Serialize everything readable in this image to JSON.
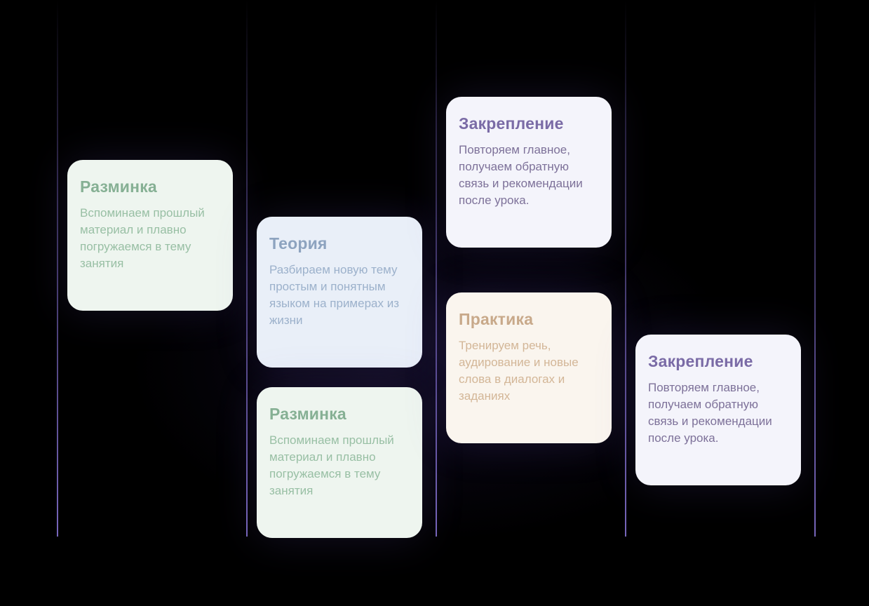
{
  "colors": {
    "background": "#000000",
    "line": "#8c78dc",
    "green_card_bg": "#eef5ef",
    "green_accent": "#86b094",
    "blue_card_bg": "#e9eff8",
    "blue_accent": "#8da3bf",
    "peach_card_bg": "#faf5ee",
    "peach_accent": "#c8a98a",
    "violet_card_bg": "#f4f4fb",
    "violet_accent": "#7a6ba6"
  },
  "cards": [
    {
      "title": "Разминка",
      "text": "Вспоминаем прошлый материал и плавно погружаемся в тему занятия",
      "theme": "green"
    },
    {
      "title": "Теория",
      "text": "Разбираем новую тему простым и понятным языком на примерах из жизни",
      "theme": "blue"
    },
    {
      "title": "Разминка",
      "text": "Вспоминаем прошлый материал и плавно погружаемся в тему занятия",
      "theme": "green"
    },
    {
      "title": "Закрепление",
      "text": "Повторяем главное, получаем обратную связь и рекомендации после урока.",
      "theme": "violet"
    },
    {
      "title": "Практика",
      "text": "Тренируем речь, аудирование и новые слова в диалогах и заданиях",
      "theme": "peach"
    },
    {
      "title": "Закрепление",
      "text": "Повторяем главное, получаем обратную связь и рекомендации после урока.",
      "theme": "violet"
    }
  ]
}
